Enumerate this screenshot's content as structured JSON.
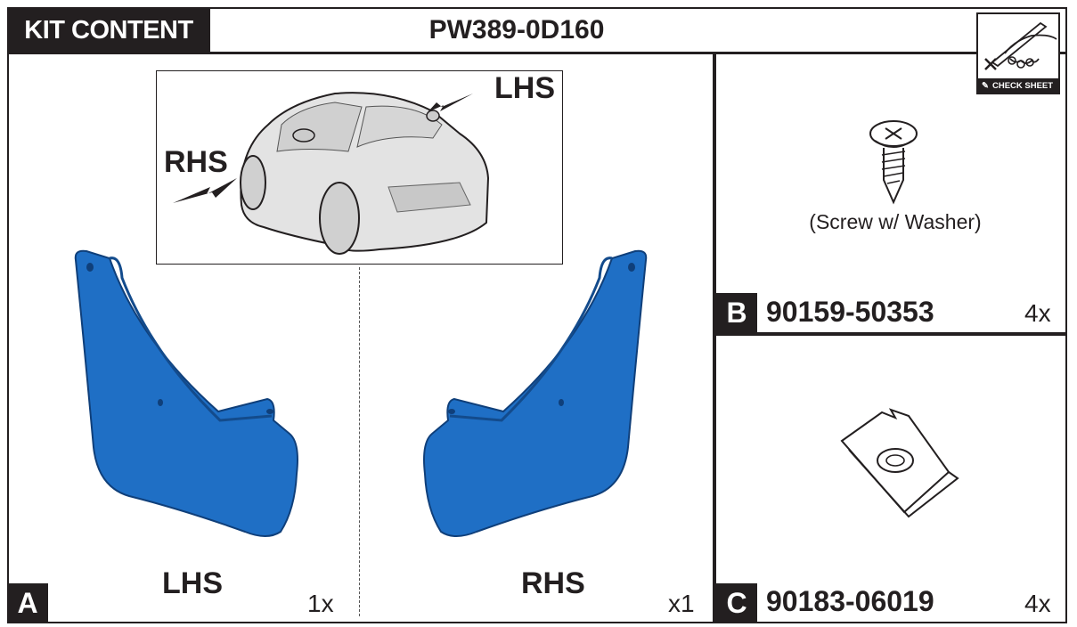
{
  "header": {
    "section_label": "KIT CONTENT",
    "part_number": "PW389-0D160",
    "check_sheet_label": "CHECK SHEET"
  },
  "vehicle_view": {
    "lhs_label": "LHS",
    "rhs_label": "RHS"
  },
  "items": [
    {
      "letter": "A",
      "part_number": "",
      "variants": [
        {
          "side": "LHS",
          "quantity": "1x"
        },
        {
          "side": "RHS",
          "quantity": "x1"
        }
      ]
    },
    {
      "letter": "B",
      "part_number": "90159-50353",
      "quantity": "4x",
      "caption": "(Screw w/ Washer)"
    },
    {
      "letter": "C",
      "part_number": "90183-06019",
      "quantity": "4x"
    }
  ],
  "colors": {
    "ink": "#231f20",
    "mudflap_blue": "#1f6fc5",
    "mudflap_dark": "#134b8c"
  }
}
